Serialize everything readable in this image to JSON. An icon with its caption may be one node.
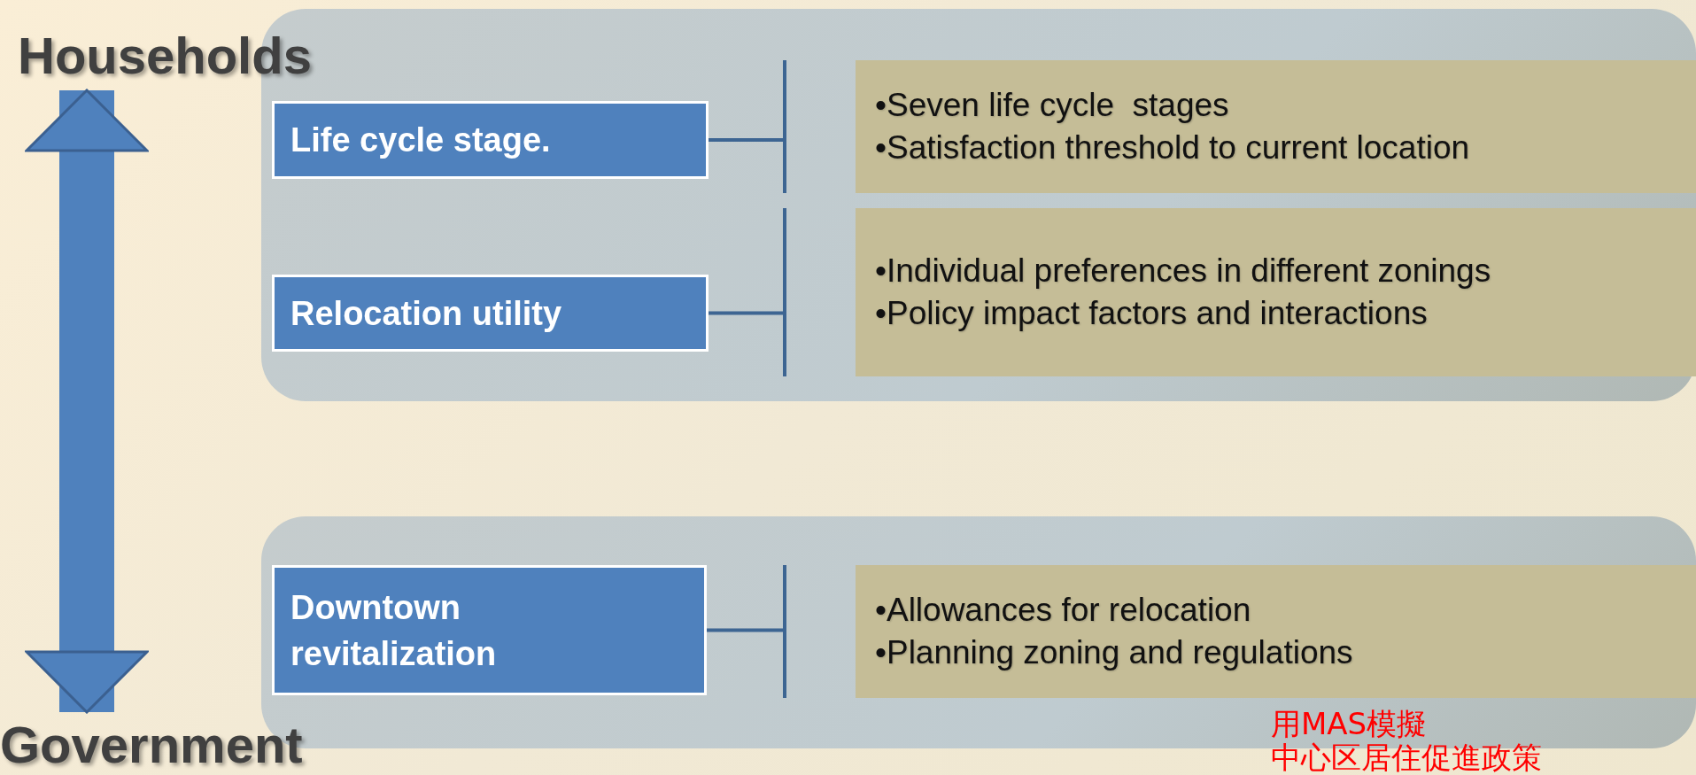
{
  "diagram": {
    "nodes": [
      {
        "text": [
          "Households"
        ]
      },
      {
        "text": [],
        "shape": "box"
      },
      {
        "text": [
          "Life cycle stage."
        ],
        "in": 1
      },
      {
        "text": [
          "•Seven life cycle  stages",
          "•Satisfaction threshold to current location"
        ],
        "in": 1
      },
      {
        "text": [
          "Relocation utility"
        ],
        "in": 1
      },
      {
        "text": [
          "•Individual preferences in different zonings",
          "•Policy impact factors and interactions"
        ],
        "in": 1
      },
      {
        "text": [],
        "shape": "box"
      },
      {
        "text": [
          "Downtown revitalization"
        ],
        "in": 6
      },
      {
        "text": [
          "•Allowances for relocation",
          "•Planning zoning and regulations"
        ],
        "in": 6
      },
      {
        "text": [
          "Government"
        ]
      }
    ],
    "edges": [
      {
        "from": 0,
        "to": 9,
        "arrow": "both",
        "style": "thick"
      },
      {
        "from": 2,
        "to": 3,
        "arrow": "none"
      },
      {
        "from": 4,
        "to": 5,
        "arrow": "none"
      },
      {
        "from": 7,
        "to": 8,
        "arrow": "none"
      }
    ],
    "labels": [
      "用MAS模擬",
      "中心区居住促進政策"
    ]
  }
}
